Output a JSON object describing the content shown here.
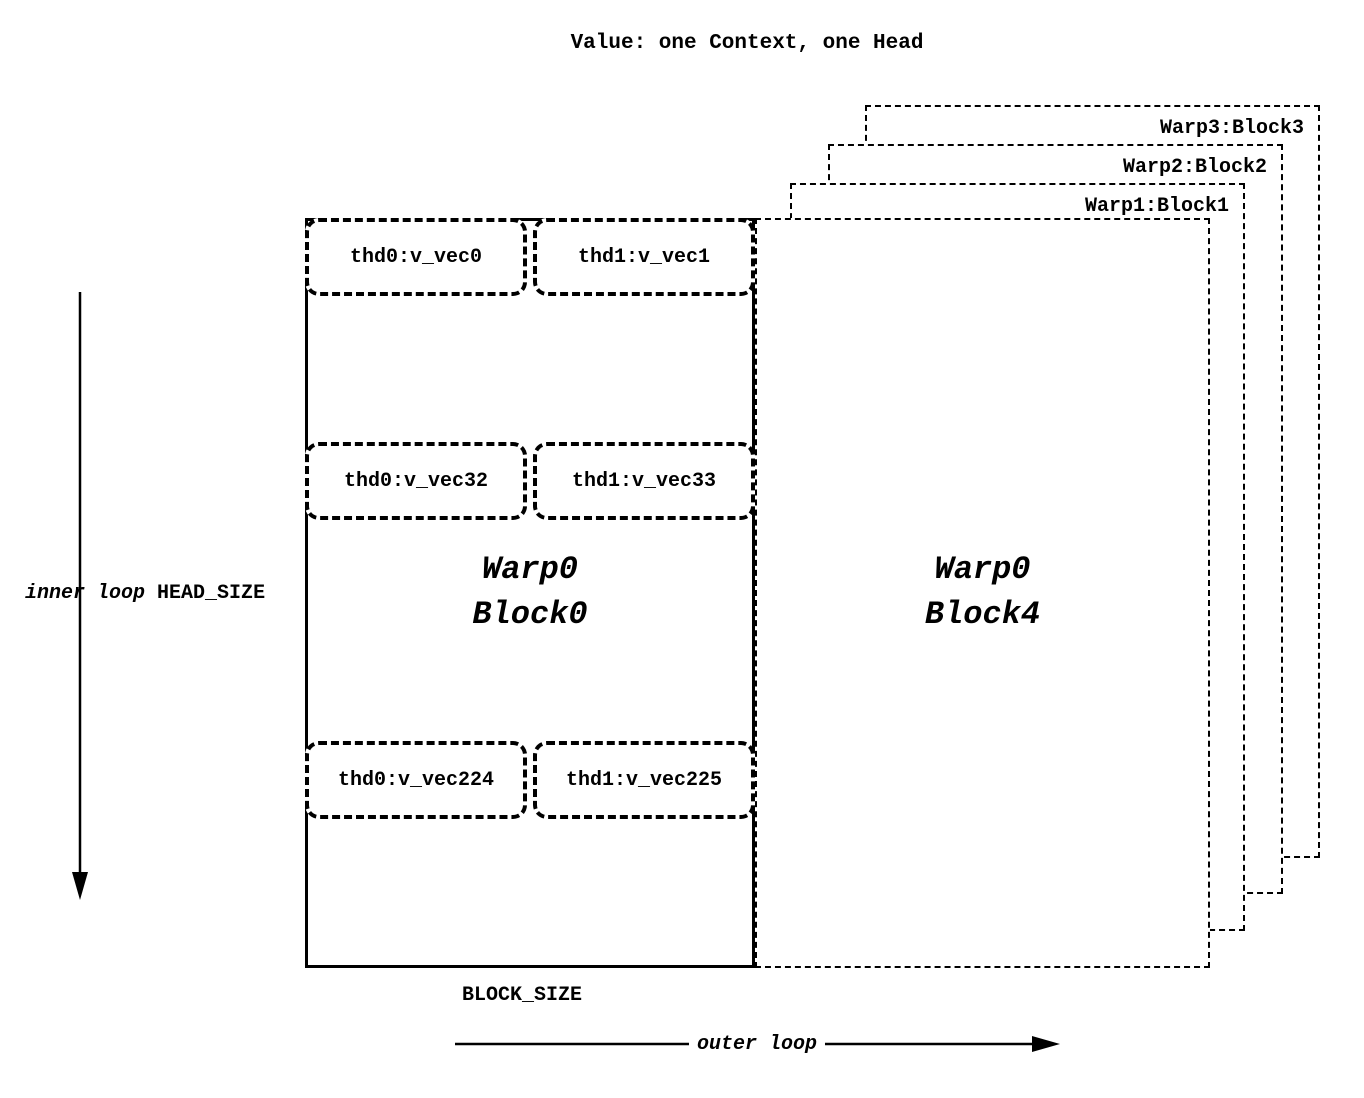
{
  "title": "Value: one Context, one Head",
  "block0": {
    "line1": "Warp0",
    "line2": "Block0",
    "rows": [
      {
        "left": "thd0:v_vec0",
        "right": "thd1:v_vec1"
      },
      {
        "left": "thd0:v_vec32",
        "right": "thd1:v_vec33"
      },
      {
        "left": "thd0:v_vec224",
        "right": "thd1:v_vec225"
      }
    ]
  },
  "block4": {
    "line1": "Warp0",
    "line2": "Block4"
  },
  "stacked_blocks": [
    {
      "label": "Warp1:Block1"
    },
    {
      "label": "Warp2:Block2"
    },
    {
      "label": "Warp3:Block3"
    }
  ],
  "annotations": {
    "inner_loop": "inner loop",
    "head_size": "HEAD_SIZE",
    "block_size": "BLOCK_SIZE",
    "outer_loop": "outer loop"
  },
  "colors": {
    "stroke": "#000000",
    "background": "#ffffff"
  }
}
